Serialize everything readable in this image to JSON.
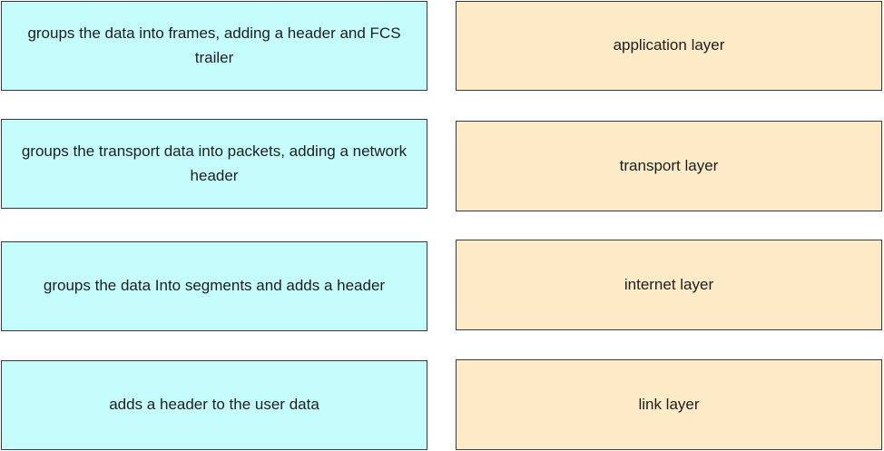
{
  "descriptions": [
    "groups the data into frames, adding a header and FCS trailer",
    "groups the transport data into packets, adding a network header",
    "groups the data Into segments and adds a header",
    "adds a header to the user data"
  ],
  "layers": [
    "application layer",
    "transport layer",
    "internet layer",
    "link layer"
  ],
  "colors": {
    "description_box": "#c5fdfd",
    "layer_box": "#fdebc7",
    "border": "#3a3a3a"
  }
}
